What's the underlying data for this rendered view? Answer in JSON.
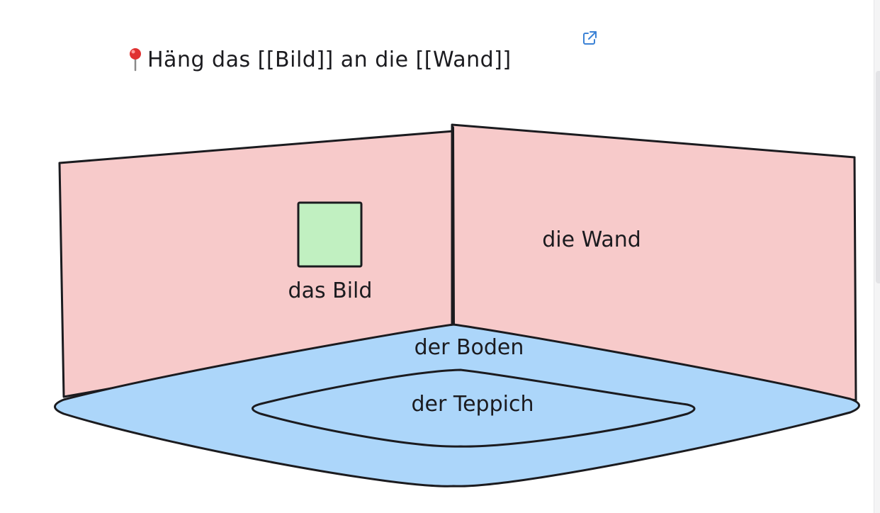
{
  "title": {
    "text": "Häng das [[Bild]] an die [[Wand]]",
    "pin_icon": "round-pushpin-icon",
    "link_icon": "external-link-icon"
  },
  "scene": {
    "labels": {
      "picture": "das Bild",
      "wall": "die Wand",
      "floor": "der Boden",
      "rug": "der Teppich"
    },
    "colors": {
      "wall_fill": "#f7caca",
      "picture_fill": "#c1f0c1",
      "floor_fill": "#acd6fa",
      "rug_fill": "#acd6fa",
      "stroke": "#1b1b1f",
      "link": "#3b82d6",
      "pin": "#e03131"
    }
  }
}
